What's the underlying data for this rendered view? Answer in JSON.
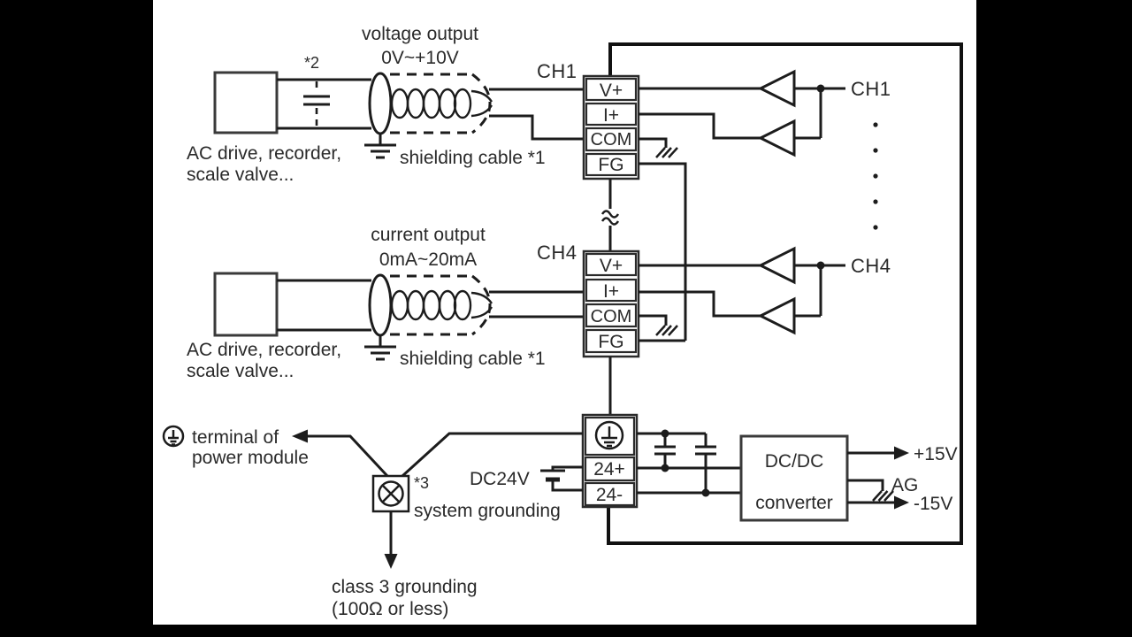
{
  "colors": {
    "background": "#ffffff",
    "lines": "#1c1c1c",
    "text": "#2a2a2a",
    "letterbox": "#000000"
  },
  "channel1": {
    "name": "CH1",
    "right_name": "CH1",
    "output_line1": "voltage output",
    "output_line2": "0V~+10V",
    "note": "*2",
    "device_line1": "AC drive, recorder,",
    "device_line2": "scale valve...",
    "cable_label": "shielding cable *1",
    "terminals": [
      "V+",
      "I+",
      "COM",
      "FG"
    ]
  },
  "channel4": {
    "name": "CH4",
    "right_name": "CH4",
    "output_line1": "current output",
    "output_line2": "0mA~20mA",
    "device_line1": "AC drive, recorder,",
    "device_line2": "scale valve...",
    "cable_label": "shielding cable *1",
    "terminals": [
      "V+",
      "I+",
      "COM",
      "FG"
    ]
  },
  "power": {
    "terminal_note1": "terminal of",
    "terminal_note2": "power module",
    "system_note": "*3",
    "system_label": "system grounding",
    "class_line1": "class 3 grounding",
    "class_line2": "(100Ω or less)",
    "supply_label": "DC24V",
    "terminals": [
      "24+",
      "24-"
    ],
    "converter_line1": "DC/DC",
    "converter_line2": "converter",
    "out_plus15": "+15V",
    "out_ag": "AG",
    "out_minus15": "-15V"
  }
}
